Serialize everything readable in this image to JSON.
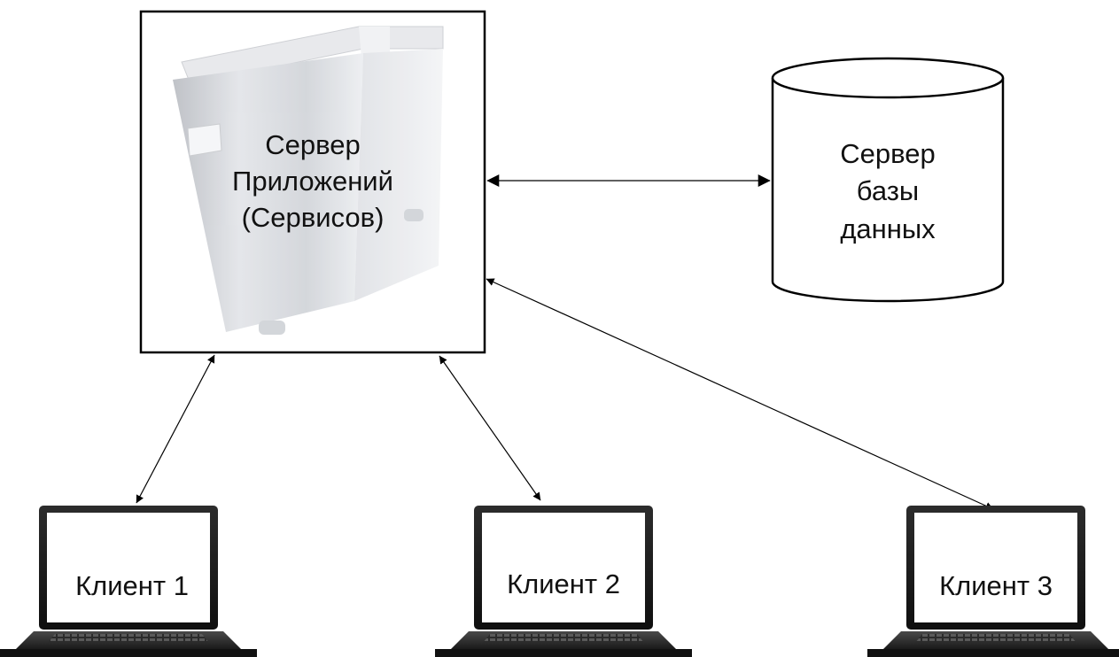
{
  "nodes": {
    "app_server": {
      "lines": [
        "Сервер",
        "Приложений",
        "(Сервисов)"
      ]
    },
    "db_server": {
      "lines": [
        "Сервер",
        "базы",
        "данных"
      ]
    },
    "client1": {
      "label": "Клиент 1"
    },
    "client2": {
      "label": "Клиент 2"
    },
    "client3": {
      "label": "Клиент 3"
    }
  },
  "connections": [
    {
      "from": "app_server",
      "to": "db_server",
      "direction": "bidirectional"
    },
    {
      "from": "app_server",
      "to": "client1",
      "direction": "bidirectional"
    },
    {
      "from": "app_server",
      "to": "client2",
      "direction": "bidirectional"
    },
    {
      "from": "app_server",
      "to": "client3",
      "direction": "bidirectional"
    }
  ]
}
